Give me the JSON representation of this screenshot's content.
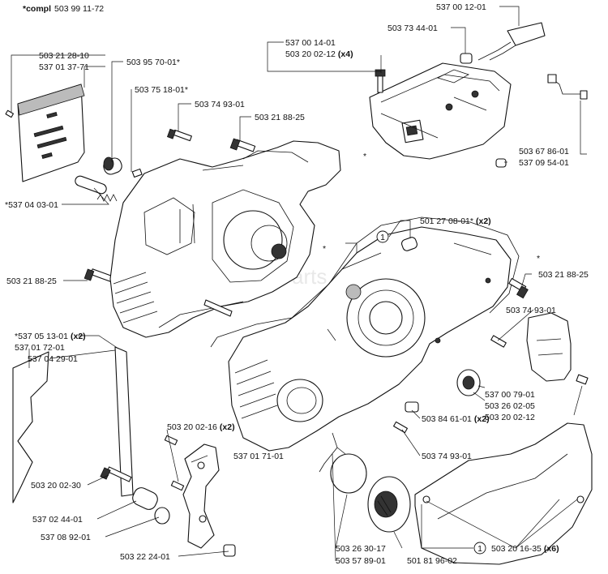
{
  "watermark": "eReplacementParts.com",
  "compl": {
    "prefix": "*compl",
    "number": "503 99 11-72"
  },
  "labels": {
    "l1": {
      "text": "503 21 28-10"
    },
    "l2": {
      "text": "537 01 37-71"
    },
    "l3": {
      "text": "503 95 70-01*"
    },
    "l4": {
      "text": "503 75 18-01*"
    },
    "l5": {
      "text": "503 74 93-01"
    },
    "l6": {
      "text": "503 21 88-25"
    },
    "l7": {
      "text": "537 00 14-01"
    },
    "l8": {
      "text": "503 20 02-12",
      "qty": "(x4)"
    },
    "l9": {
      "text": "503 73 44-01"
    },
    "l10": {
      "text": "537 00 12-01"
    },
    "l11": {
      "text": "503 67 86-01"
    },
    "l12": {
      "text": "537 09 54-01"
    },
    "l13": {
      "text": "*537 04 03-01"
    },
    "l14": {
      "text": "501 27 08-01*",
      "qty": "(x2)"
    },
    "l15": {
      "text": "503 21 88-25"
    },
    "l16": {
      "text": "503 21 88-25"
    },
    "l17": {
      "text": "503 74 93-01"
    },
    "l18": {
      "text": "*537 05 13-01",
      "qty": "(x2)"
    },
    "l19": {
      "text": "537 01 72-01"
    },
    "l20": {
      "text": "537 04 29-01"
    },
    "l21": {
      "text": "537 00 79-01"
    },
    "l22": {
      "text": "503 26 02-05"
    },
    "l23": {
      "text": "503 20 02-12"
    },
    "l24": {
      "text": "503 84 61-01",
      "qty": "(x2)"
    },
    "l25": {
      "text": "503 74 93-01"
    },
    "l26": {
      "text": "503 20 02-16",
      "qty": "(x2)"
    },
    "l27": {
      "text": "537 01 71-01"
    },
    "l28": {
      "text": "503 20 02-30"
    },
    "l29": {
      "text": "537 02 44-01"
    },
    "l30": {
      "text": "537 08 92-01"
    },
    "l31": {
      "text": "503 22 24-01"
    },
    "l32": {
      "text": "503 26 30-17"
    },
    "l33": {
      "text": "503 57 89-01"
    },
    "l34": {
      "text": "501 81 96-02"
    },
    "l35": {
      "text": "503 20 16-35",
      "qty": "(x6)"
    }
  },
  "callouts": {
    "c1": "1",
    "c2": "1"
  },
  "asterisks": {
    "a1": "*",
    "a2": "*",
    "a3": "*"
  }
}
